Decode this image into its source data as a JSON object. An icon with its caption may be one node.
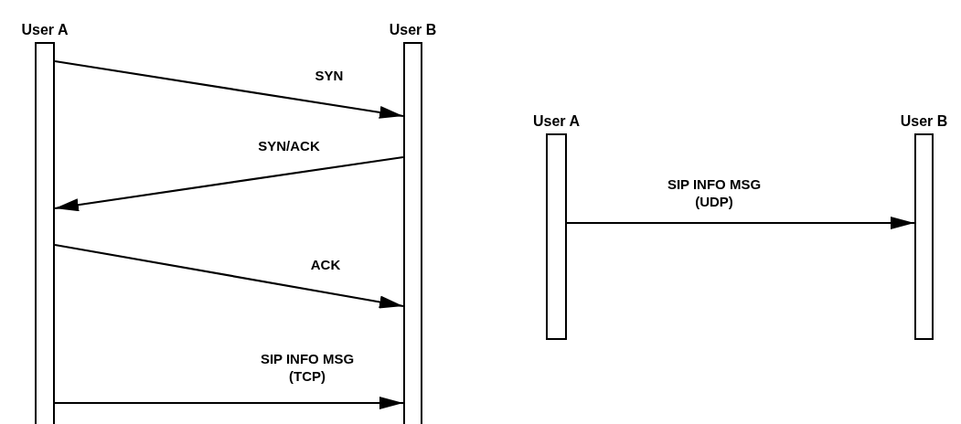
{
  "diagram": {
    "nodes": [
      {
        "text": [
          "User A"
        ]
      },
      {
        "text": [
          "User B"
        ]
      },
      {
        "text": [
          "User A"
        ]
      },
      {
        "text": [
          "User B"
        ]
      }
    ],
    "edges": [
      {
        "from": 0,
        "to": 1,
        "arrow": "to",
        "label": "SYN"
      },
      {
        "from": 1,
        "to": 0,
        "arrow": "to",
        "label": "SYN/ACK"
      },
      {
        "from": 0,
        "to": 1,
        "arrow": "to",
        "label": "ACK"
      },
      {
        "from": 0,
        "to": 1,
        "arrow": "to",
        "label": "SIP INFO MSG (TCP)"
      },
      {
        "from": 2,
        "to": 3,
        "arrow": "to",
        "label": "SIP INFO MSG (UDP)"
      }
    ]
  }
}
